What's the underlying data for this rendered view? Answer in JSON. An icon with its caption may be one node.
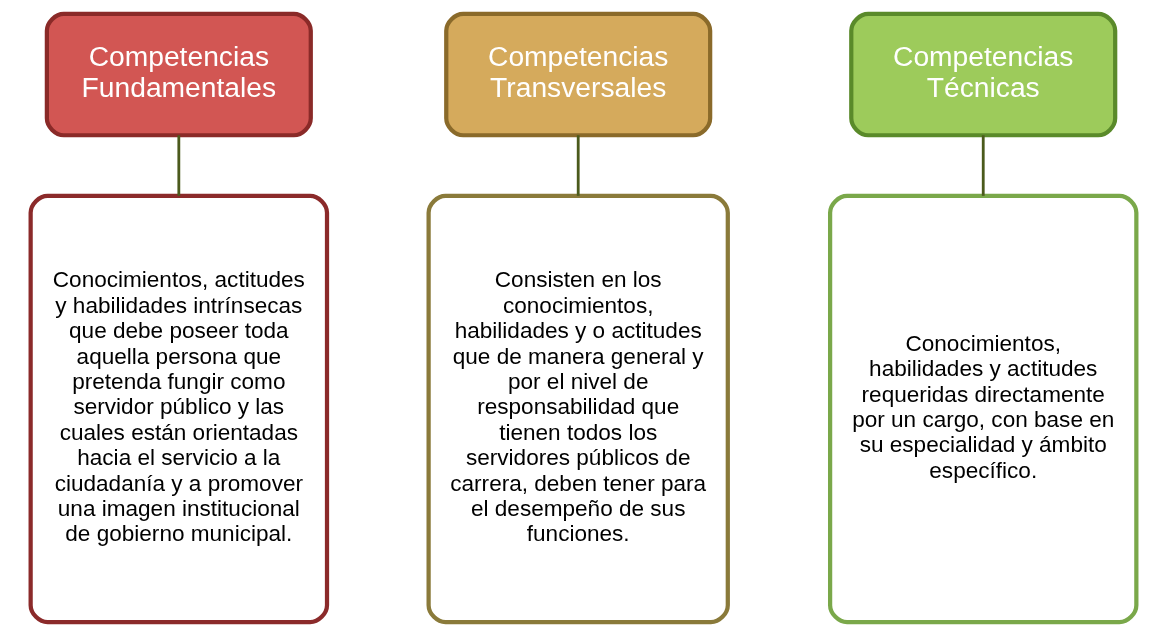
{
  "diagram": {
    "nodes": [
      {
        "text": [
          "Competencias Fundamentales"
        ]
      },
      {
        "text": [
          "Conocimientos, actitudes y habilidades intrínsecas que debe poseer toda aquella persona que pretenda fungir como servidor público y las cuales están orientadas hacia el servicio a la ciudadanía y a promover una imagen institucional de gobierno municipal."
        ]
      },
      {
        "text": [
          "Competencias Transversales"
        ]
      },
      {
        "text": [
          "Consisten en los conocimientos, habilidades y o actitudes que de manera general y por el nivel de responsabilidad que tienen todos los servidores públicos de carrera, deben tener para el desempeño de sus funciones."
        ]
      },
      {
        "text": [
          "Competencias Técnicas"
        ]
      },
      {
        "text": [
          "Conocimientos, habilidades y actitudes requeridas directamente por un cargo, con base en su especialidad y ámbito específico."
        ]
      }
    ],
    "edges": [
      {
        "from": 0,
        "to": 1,
        "arrow": "none"
      },
      {
        "from": 2,
        "to": 3,
        "arrow": "none"
      },
      {
        "from": 4,
        "to": 5,
        "arrow": "none"
      }
    ]
  }
}
